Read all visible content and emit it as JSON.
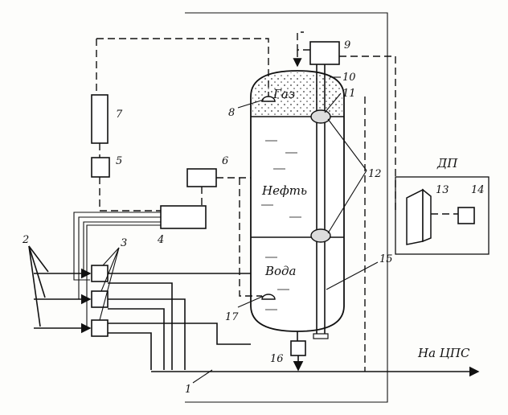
{
  "labels": {
    "gas": "Газ",
    "oil": "Нефть",
    "water": "Вода",
    "dp": "ДП",
    "outlet": "На ЦПС",
    "callouts": [
      "1",
      "2",
      "3",
      "4",
      "5",
      "6",
      "7",
      "8",
      "9",
      "10",
      "11",
      "12",
      "13",
      "14",
      "15",
      "16",
      "17"
    ]
  }
}
